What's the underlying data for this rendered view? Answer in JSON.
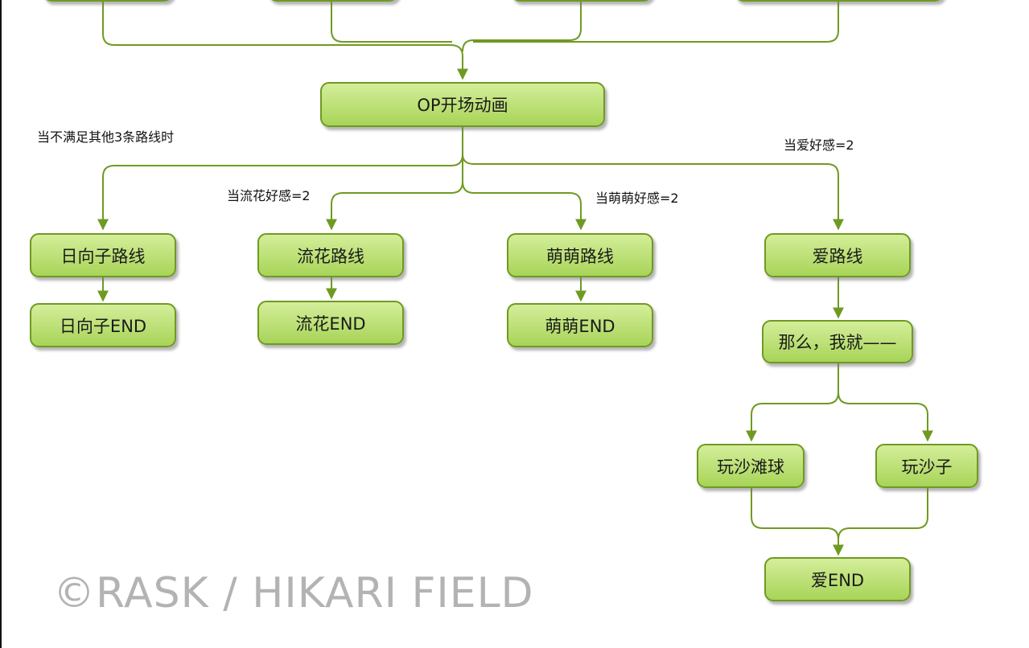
{
  "nodes": {
    "op": "OP开场动画",
    "hinata_route": "日向子路线",
    "hinata_end": "日向子END",
    "ryuka_route": "流花路线",
    "ryuka_end": "流花END",
    "moemoe_route": "萌萌路线",
    "moemoe_end": "萌萌END",
    "ai_route": "爱路线",
    "then_i": "那么，我就——",
    "beach_ball": "玩沙滩球",
    "sand_play": "玩沙子",
    "ai_end": "爱END"
  },
  "conditions": {
    "default": "当不满足其他3条路线时",
    "ryuka": "当流花好感=2",
    "moemoe": "当萌萌好感=2",
    "ai": "当爱好感=2"
  },
  "watermark": "©RASK / HIKARI FIELD",
  "colors": {
    "node_fill_top": "#d4ee9a",
    "node_fill_bottom": "#a8d458",
    "node_border": "#6f9a22",
    "edge": "#6f9a22"
  }
}
